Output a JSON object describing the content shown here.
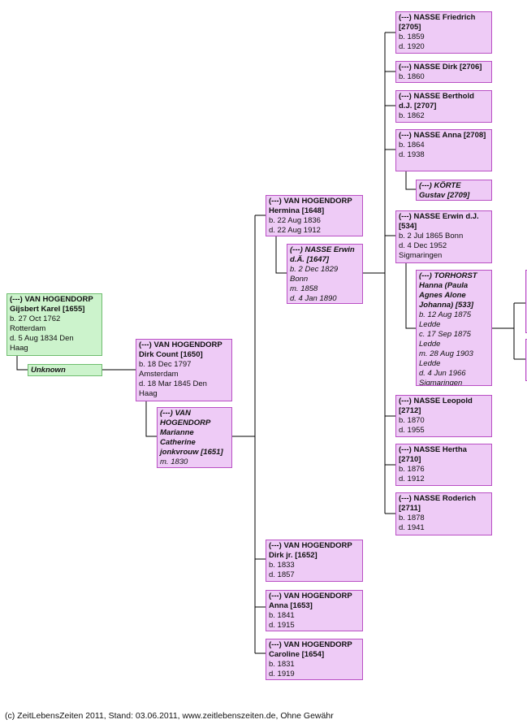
{
  "footer": "(c) ZeitLebensZeiten 2011, Stand: 03.06.2011, www.zeitlebenszeiten.de, Ohne Gewähr",
  "colors": {
    "person_fill": "#eecbf6",
    "person_border": "#b94fc4",
    "root_fill": "#ccf3cc",
    "root_border": "#6fbd6f",
    "line": "#000000"
  },
  "people": [
    {
      "id": "p1655",
      "kind": "root",
      "name": "(---) VAN HOGENDORP Gijsbert Karel [1655]",
      "lines": [
        "b. 27 Oct 1762",
        "Rotterdam",
        "d. 5 Aug 1834 Den",
        "Haag"
      ]
    },
    {
      "id": "unknown",
      "kind": "root spouse",
      "name": "Unknown",
      "lines": []
    },
    {
      "id": "p1650",
      "kind": "male",
      "name": "(---) VAN HOGENDORP Dirk Count [1650]",
      "lines": [
        "b. 18 Dec 1797",
        "Amsterdam",
        "d. 18 Mar 1845 Den",
        "Haag"
      ]
    },
    {
      "id": "p1651",
      "kind": "female spouse",
      "name": "(---) VAN HOGENDORP Marianne Catherine jonkvrouw [1651]",
      "lines": [
        "m. 1830"
      ]
    },
    {
      "id": "p1648",
      "kind": "female",
      "name": "(---) VAN HOGENDORP Hermina [1648]",
      "lines": [
        "b. 22 Aug 1836",
        "d. 22 Aug 1912"
      ]
    },
    {
      "id": "p1647",
      "kind": "male spouse",
      "name": "(---) NASSE Erwin d.Ä. [1647]",
      "lines": [
        "b. 2 Dec 1829",
        "Bonn",
        "m. 1858",
        "d. 4 Jan 1890"
      ]
    },
    {
      "id": "p1652",
      "kind": "male",
      "name": "(---) VAN HOGENDORP Dirk jr. [1652]",
      "lines": [
        "b. 1833",
        "d. 1857"
      ]
    },
    {
      "id": "p1653",
      "kind": "female",
      "name": "(---) VAN HOGENDORP Anna [1653]",
      "lines": [
        "b. 1841",
        "d. 1915"
      ]
    },
    {
      "id": "p1654",
      "kind": "female",
      "name": "(---) VAN HOGENDORP Caroline [1654]",
      "lines": [
        "b. 1831",
        "d. 1919"
      ]
    },
    {
      "id": "p2705",
      "kind": "male",
      "name": "(---) NASSE Friedrich [2705]",
      "lines": [
        "b. 1859",
        "d. 1920"
      ]
    },
    {
      "id": "p2706",
      "kind": "male",
      "name": "(---) NASSE Dirk [2706]",
      "lines": [
        "b. 1860"
      ]
    },
    {
      "id": "p2707",
      "kind": "male",
      "name": "(---) NASSE Berthold d.J. [2707]",
      "lines": [
        "b. 1862"
      ]
    },
    {
      "id": "p2708",
      "kind": "female",
      "name": "(---) NASSE Anna [2708]",
      "lines": [
        "b. 1864",
        "d. 1938"
      ]
    },
    {
      "id": "p2709",
      "kind": "male spouse",
      "name": "(---) KÖRTE Gustav [2709]",
      "lines": []
    },
    {
      "id": "p534",
      "kind": "male",
      "name": "(---) NASSE Erwin d.J. [534]",
      "lines": [
        "b. 2 Jul 1865 Bonn",
        "d. 4 Dec 1952",
        "Sigmaringen"
      ]
    },
    {
      "id": "p533",
      "kind": "female spouse",
      "name": "(---) TORHORST Hanna (Paula Agnes Alone Johanna) [533]",
      "lines": [
        "b. 12 Aug 1875",
        "Ledde",
        "c. 17 Sep 1875",
        "Ledde",
        "m. 28 Aug 1903",
        "Ledde",
        "d. 4 Jun 1966",
        "Sigmaringen"
      ]
    },
    {
      "id": "p2712",
      "kind": "male",
      "name": "(---) NASSE Leopold [2712]",
      "lines": [
        "b. 1870",
        "d. 1955"
      ]
    },
    {
      "id": "p2710",
      "kind": "female",
      "name": "(---) NASSE Hertha [2710]",
      "lines": [
        "b. 1876",
        "d. 1912"
      ]
    },
    {
      "id": "p2711",
      "kind": "male",
      "name": "(---) NASSE Roderich [2711]",
      "lines": [
        "b. 1878",
        "d. 1941"
      ]
    },
    {
      "id": "cut1",
      "kind": "male",
      "name": "",
      "lines": []
    },
    {
      "id": "cut2",
      "kind": "male",
      "name": "",
      "lines": []
    }
  ]
}
